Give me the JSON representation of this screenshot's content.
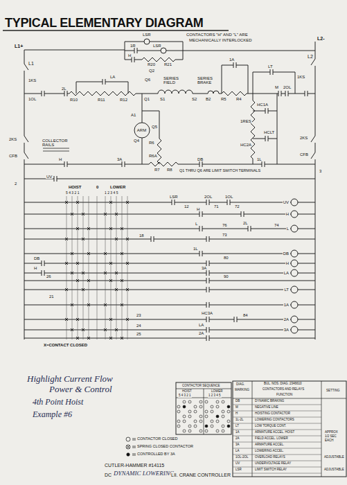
{
  "diagram": {
    "title": "TYPICAL ELEMENTARY DIAGRAM",
    "nodes": [
      {
        "text": [
          "ARM"
        ]
      },
      {
        "text": [
          "UV"
        ]
      },
      {
        "text": [
          "H"
        ]
      },
      {
        "text": [
          "L"
        ]
      },
      {
        "text": [
          "DB"
        ]
      },
      {
        "text": [
          "H"
        ]
      },
      {
        "text": [
          "LA"
        ]
      },
      {
        "text": [
          "LT"
        ]
      },
      {
        "text": [
          "1A"
        ]
      },
      {
        "text": [
          "2A"
        ]
      },
      {
        "text": [
          "3A"
        ]
      }
    ],
    "labels": [
      "L1+",
      "L1",
      "LSR",
      "1R",
      "LSR",
      "H",
      "R20",
      "R21",
      "Q2",
      "CONTACTORS \"H\" AND \"L\" ARE",
      "MECHANICALLY INTERLOCKED",
      "L2-",
      "L2",
      "1A",
      "LT",
      "1KS",
      "1OL",
      "2L",
      "LA",
      "R10",
      "R11",
      "R12",
      "Q6",
      "SERIES FIELD",
      "Q1",
      "S1",
      "S2",
      "SERIES BRAKE",
      "B2",
      "R5",
      "R4",
      "M",
      "2OL",
      "1KS",
      "HC1A",
      "1RES",
      "HCLT",
      "HC2A",
      "1L",
      "2KS",
      "CFB",
      "3",
      "A1",
      "Q5",
      "Q4",
      "R6",
      "R6A",
      "R7",
      "R8",
      "DB",
      "2KS",
      "COLLECTOR RAILS",
      "CFB",
      "H",
      "3A",
      "Q1 THRU Q6 ARE LIMIT SWITCH TERMINALS",
      "2",
      "UV",
      "HOIST",
      "0",
      "LOWER",
      "5 4 3 2 1",
      "1 2 3 4 5",
      "LSR",
      "2OL",
      "1OL",
      "12",
      "71",
      "72",
      "H",
      "L",
      "76",
      "2L",
      "74",
      "73",
      "18",
      "DB",
      "1L",
      "80",
      "H",
      "26",
      "3A",
      "90",
      "21",
      "23",
      "24",
      "25",
      "HC3A",
      "84",
      "LA",
      "2A",
      "X=CONTACT CLOSED",
      "Highlight Current Flow",
      "Power & Control",
      "4th Point Hoist",
      "Example #6",
      "CONTACTOR SEQUENCE",
      "HOIST",
      "LOWER",
      "5 4 3 2 1",
      "1 2 3 4 5",
      "DIAG.",
      "MARKING",
      "BUL. NOS. DIAG. 2346610",
      "CONTACTORS AND RELAYS",
      "FUNCTION",
      "SETTING",
      "DB",
      "DYNAMIC BRAKING",
      "M",
      "NEGATIVE LINE",
      "H",
      "HOISTING CONTACTOR",
      "1L-2L",
      "LOWERING CONTACTORS",
      "LT",
      "LOW TORQUE CONT.",
      "1A",
      "ARMATURE ACCEL. HOIST",
      "2A",
      "FIELD ACCEL. LOWER",
      "3A",
      "ARMATURE ACCEL.",
      "LA",
      "LOWERING ACCEL.",
      "1OL-2OL",
      "OVERLOAD RELAYS",
      "UV",
      "UNDERVOLTAGE RELAY",
      "LSR",
      "LIMIT SWITCH RELAY",
      "APPROX",
      "1/2 SEC",
      "EACH",
      "ADJUSTABLE",
      "ADJUSTABLE",
      "CUTLER-HAMMER #14115",
      "DC",
      "DYNAMIC LOWERING",
      "LII. CRANE CONTROLLER"
    ],
    "legend": [
      {
        "text": "CONTACTOR CLOSED"
      },
      {
        "text": "SPRING CLOSED CONTACTOR"
      },
      {
        "text": "CONTROLLED BY 3A"
      }
    ]
  }
}
